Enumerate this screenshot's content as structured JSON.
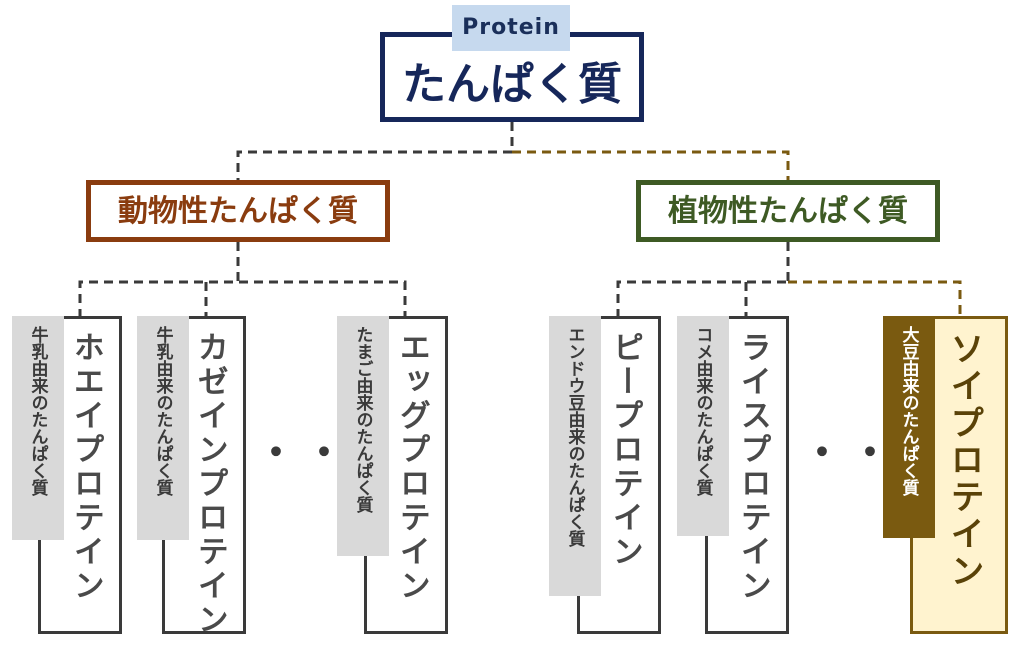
{
  "root": {
    "tag": "Protein",
    "title": "たんぱく質"
  },
  "categories": [
    {
      "title": "動物性たんぱく質",
      "color": "#8a3c0f"
    },
    {
      "title": "植物性たんぱく質",
      "color": "#3e5a24"
    }
  ],
  "animal_items": [
    {
      "name": "ホエイプロテイン",
      "origin": "牛乳由来のたんぱく質"
    },
    {
      "name": "カゼインプロテイン",
      "origin": "牛乳由来のたんぱく質"
    },
    {
      "name": "エッグプロテイン",
      "origin": "たまご由来のたんぱく質"
    }
  ],
  "plant_items": [
    {
      "name": "ピープロテイン",
      "origin": "エンドウ豆由来のたんぱく質"
    },
    {
      "name": "ライスプロテイン",
      "origin": "コメ由来のたんぱく質"
    },
    {
      "name": "ソイプロテイン",
      "origin": "大豆由来のたんぱく質",
      "highlight_color": "#7a5a10"
    }
  ],
  "ellipsis": "・・・"
}
